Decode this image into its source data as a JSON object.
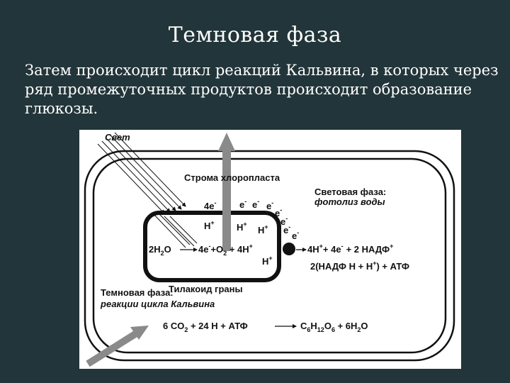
{
  "slide": {
    "title": "Темновая фаза",
    "body": "Затем происходит цикл реакций Кальвина, в которых через ряд промежуточных продуктов происходит образование глюкозы."
  },
  "diagram": {
    "light": "Свет",
    "stroma": "Строма хлоропласта",
    "light_phase_1": "Световая фаза:",
    "light_phase_2": "фотолиз воды",
    "thylakoid": "Тилакоид граны",
    "dark_phase_1": "Темновая фаза:",
    "dark_phase_2": "реакции цикла Кальвина",
    "electrons_4": "4e",
    "e": "e",
    "H": "H",
    "water": "2H",
    "water_sub": "2",
    "water_end": "O",
    "eq1_a": "4e",
    "eq1_b": "+O",
    "eq1_sub": "2",
    "eq1_c": " + 4H",
    "eq2_a": "4H",
    "eq2_b": "+ 4e",
    "eq2_c": "+ 2 НАДФ",
    "eq3_a": "2(НАДФ Н + Н",
    "eq3_b": ") + АТФ",
    "calvin_left": "6 CO",
    "calvin_left_sub": "2",
    "calvin_left_end": " + 24 H  + АТФ",
    "glucose_c": "C",
    "glucose_c_sub": "6",
    "glucose_h": "H",
    "glucose_h_sub": "12",
    "glucose_o": "O",
    "glucose_o_sub": "6",
    "glucose_end": " + 6H",
    "glucose_h2o_sub": "2",
    "glucose_h2o_end": "O",
    "plus": "+",
    "minus": "-",
    "colors": {
      "background": "#22353a",
      "arrow_gray": "#8a8a8a",
      "membrane": "#111111"
    }
  }
}
